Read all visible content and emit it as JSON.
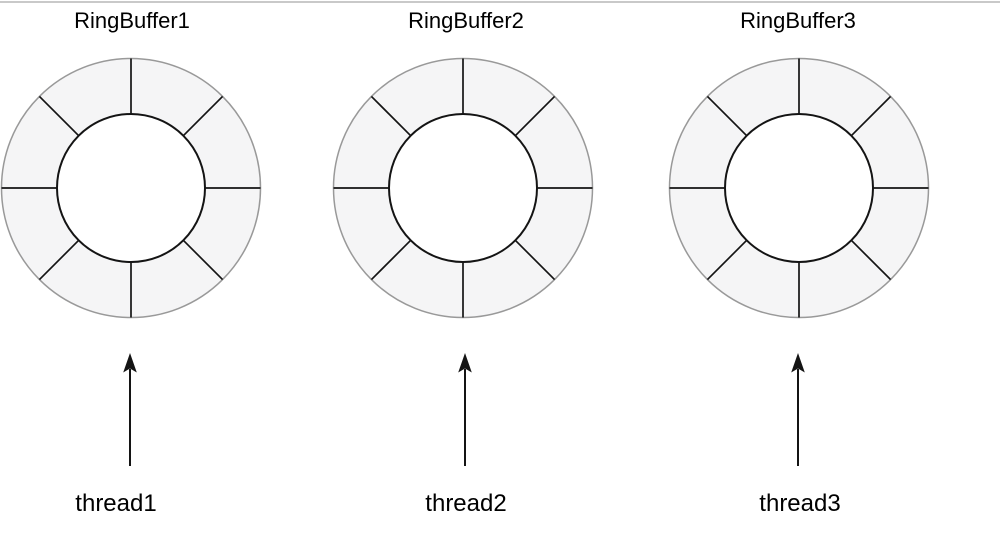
{
  "buffers": [
    {
      "title": "RingBuffer1",
      "thread_label": "thread1",
      "segments": 8
    },
    {
      "title": "RingBuffer2",
      "thread_label": "thread2",
      "segments": 8
    },
    {
      "title": "RingBuffer3",
      "thread_label": "thread3",
      "segments": 8
    }
  ],
  "colors": {
    "background": "#ffffff",
    "top_border": "#c9c9c9",
    "segment_fill": "#f5f5f6",
    "ring_outer_stroke": "#999999",
    "ring_inner_stroke": "#141414",
    "divider_stroke": "#141414",
    "arrow": "#141414",
    "text": "#000000"
  }
}
